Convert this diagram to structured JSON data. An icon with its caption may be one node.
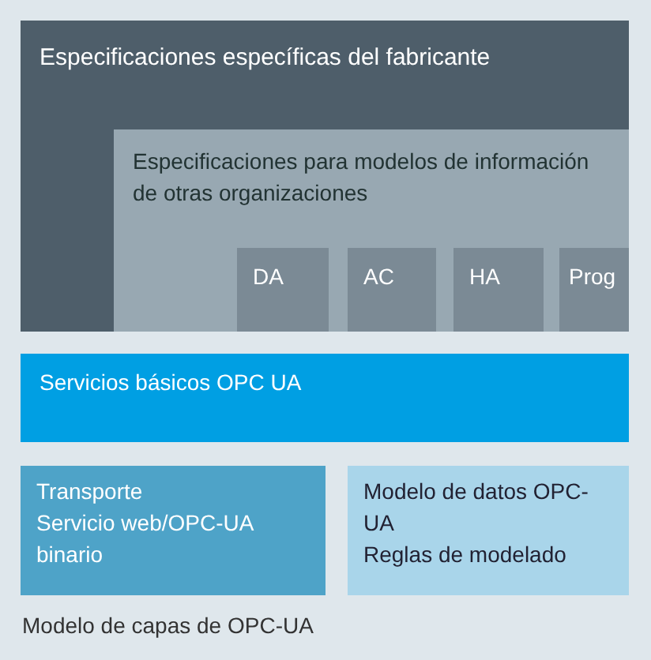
{
  "diagram": {
    "caption": "Modelo de capas de OPC-UA",
    "nodes": [
      {
        "text": [
          "Especificaciones específicas del fabricante"
        ]
      },
      {
        "text": [
          "Especificaciones para modelos de información de otras organizaciones"
        ],
        "in": 0
      },
      {
        "text": [
          "DA"
        ],
        "in": 1
      },
      {
        "text": [
          "AC"
        ],
        "in": 1
      },
      {
        "text": [
          "HA"
        ],
        "in": 1
      },
      {
        "text": [
          "Prog"
        ],
        "in": 1
      },
      {
        "text": [
          "Servicios básicos OPC UA"
        ]
      },
      {
        "text": [
          "Transporte",
          "Servicio web/OPC-UA binario"
        ]
      },
      {
        "text": [
          "Modelo de datos OPC-UA",
          "Reglas de modelado"
        ]
      }
    ],
    "edges": []
  }
}
